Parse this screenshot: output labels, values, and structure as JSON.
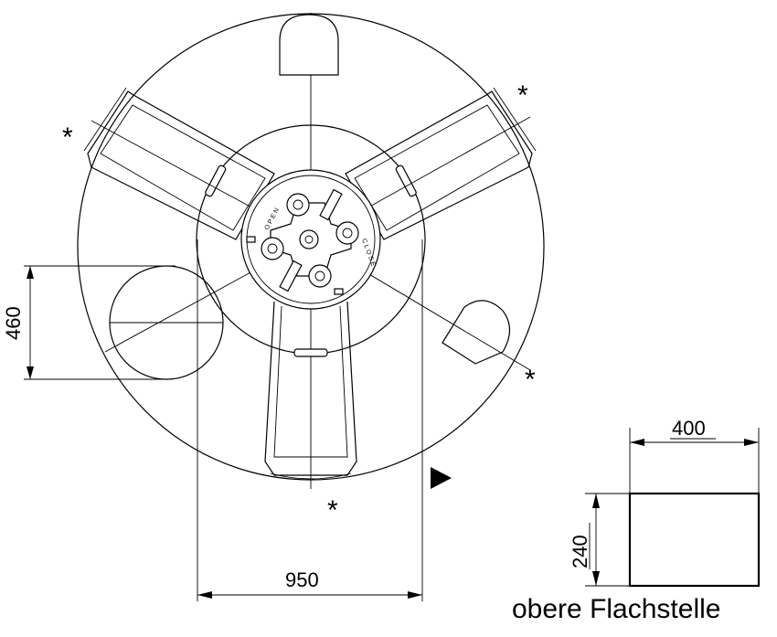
{
  "dimensions": {
    "main_width": "950",
    "opening_diameter": "460",
    "flat_width": "400",
    "flat_height": "240"
  },
  "markers": {
    "top_left": "*",
    "top_right": "*",
    "right": "*",
    "bottom": "*"
  },
  "lid_labels": {
    "open": "OPEN",
    "close": "CLOSE"
  },
  "caption": "obere Flachstelle"
}
